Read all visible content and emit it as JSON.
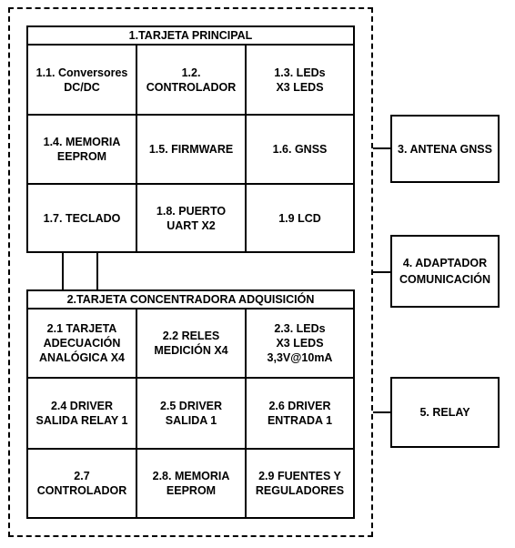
{
  "board1": {
    "title": "1.TARJETA PRINCIPAL",
    "cells": [
      "1.1. Conversores\nDC/DC",
      "1.2.\nCONTROLADOR",
      "1.3. LEDs\nX3 LEDS",
      "1.4. MEMORIA\nEEPROM",
      "1.5. FIRMWARE",
      "1.6.  GNSS",
      "1.7. TECLADO",
      "1.8. PUERTO\nUART X2",
      "1.9 LCD"
    ]
  },
  "board2": {
    "title": "2.TARJETA CONCENTRADORA ADQUISICIÓN",
    "cells": [
      "2.1 TARJETA\nADECUACIÓN\nANALÓGICA X4",
      "2.2 RELES\nMEDICIÓN X4",
      "2.3. LEDs\nX3 LEDS\n3,3V@10mA",
      "2.4 DRIVER\nSALIDA RELAY 1",
      "2.5 DRIVER\nSALIDA 1",
      "2.6 DRIVER\nENTRADA 1",
      "2.7\nCONTROLADOR",
      "2.8. MEMORIA\nEEPROM",
      "2.9 FUENTES Y\nREGULADORES"
    ]
  },
  "external": {
    "antenna": "3. ANTENA GNSS",
    "adapter": "4. ADAPTADOR\nCOMUNICACIÓN",
    "relay": "5. RELAY"
  }
}
